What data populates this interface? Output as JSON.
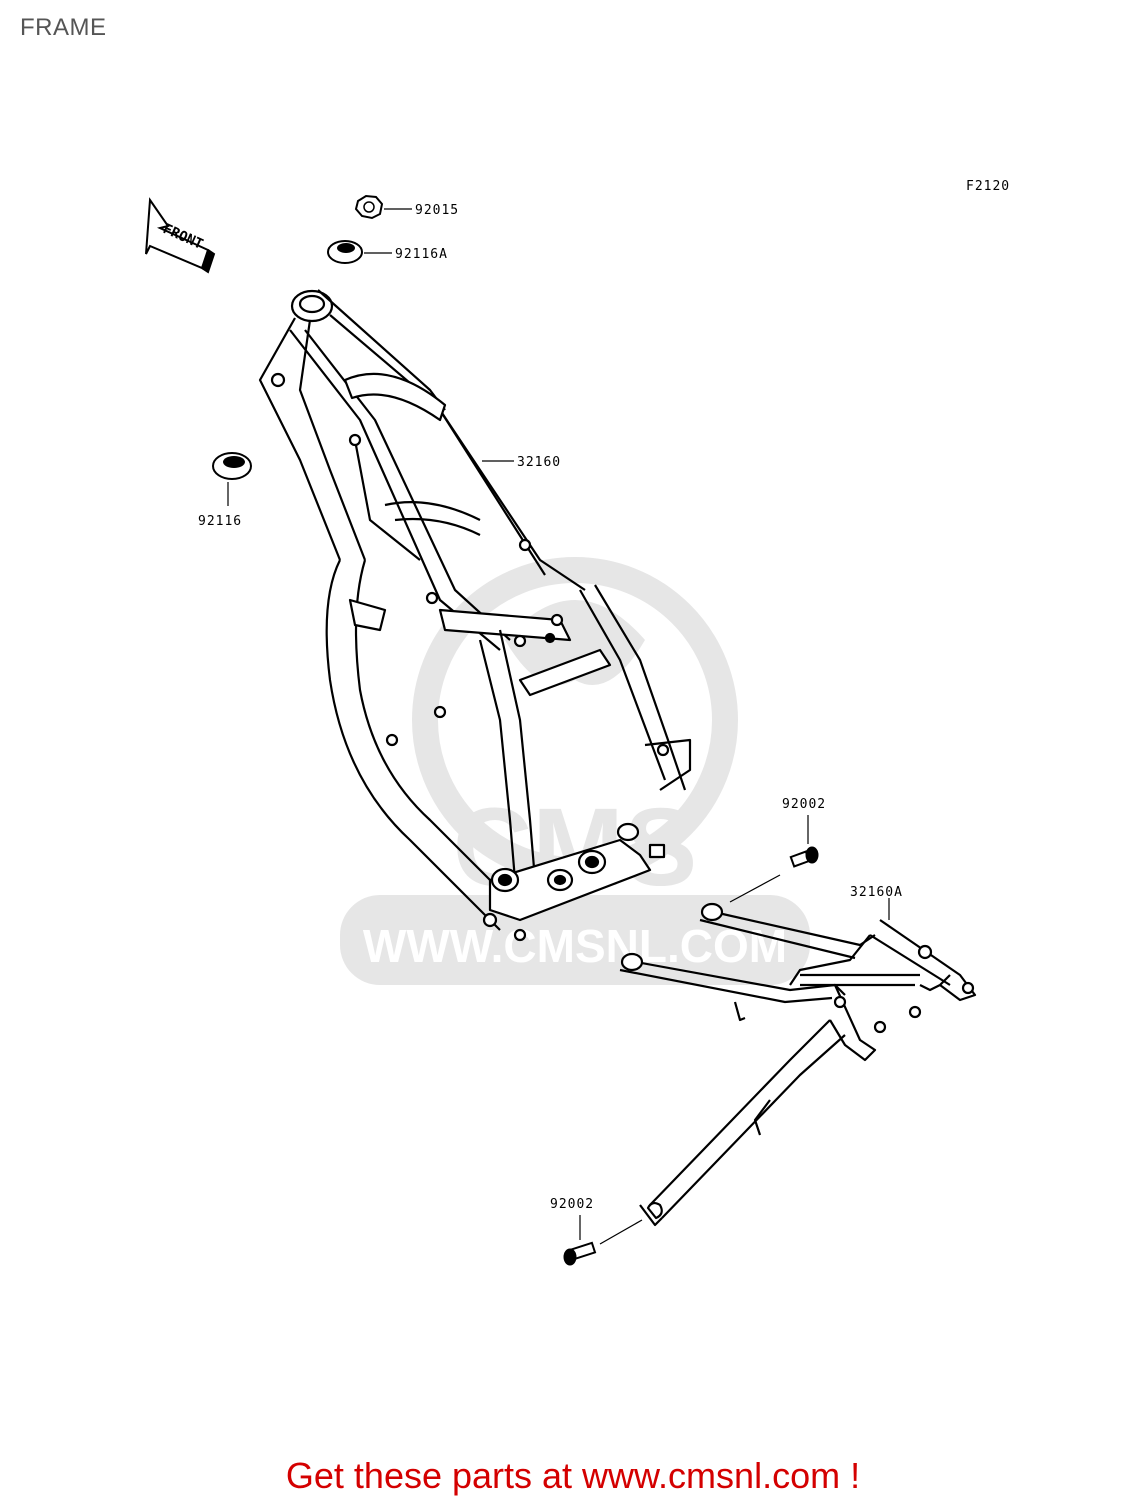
{
  "page": {
    "title": "FRAME",
    "diagram_code": "F2120",
    "front_label": "FRONT",
    "watermark_text": "WWW.CMSNL.COM",
    "watermark_logo": "CMS",
    "footer": "Get these parts at www.cmsnl.com !"
  },
  "parts": [
    {
      "id": "nut",
      "label": "92015"
    },
    {
      "id": "seal-upper",
      "label": "92116A"
    },
    {
      "id": "frame",
      "label": "32160"
    },
    {
      "id": "seal-lower",
      "label": "92116"
    },
    {
      "id": "bolt-upper",
      "label": "92002"
    },
    {
      "id": "sub-frame",
      "label": "32160A"
    },
    {
      "id": "bolt-lower",
      "label": "92002"
    }
  ],
  "colors": {
    "line": "#000000",
    "footer": "#d40000",
    "watermark": "#e6e6e6",
    "title": "#555555"
  }
}
